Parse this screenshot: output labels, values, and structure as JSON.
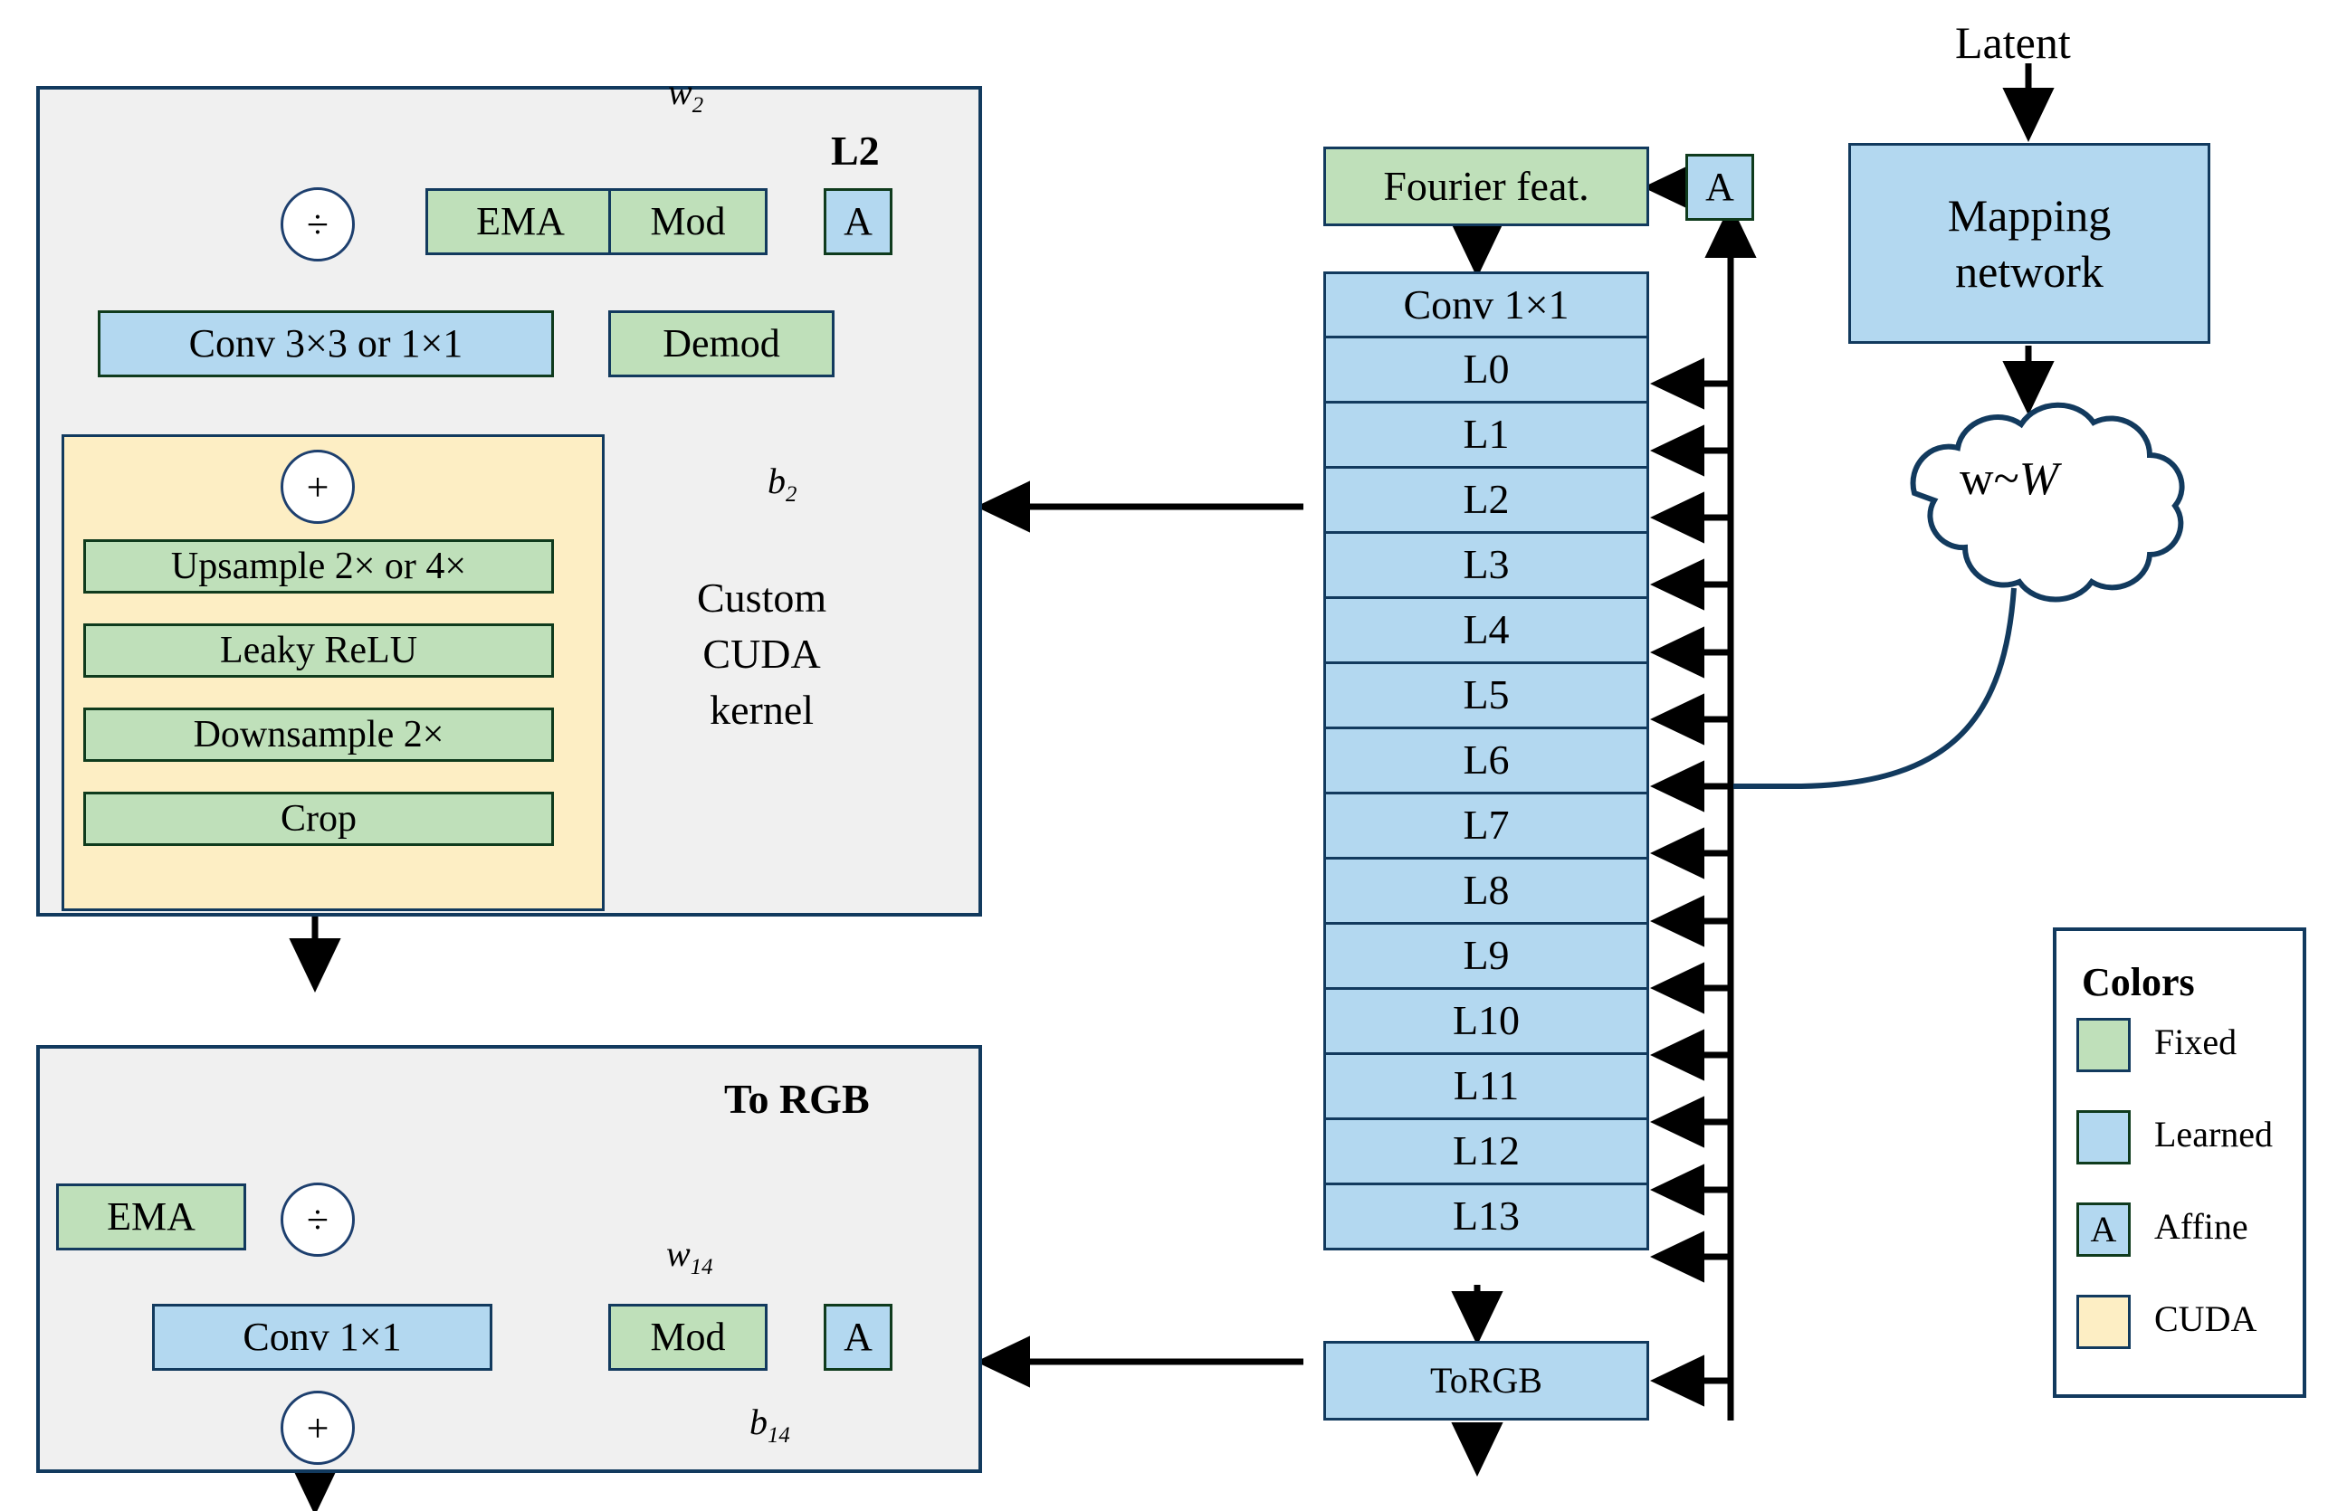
{
  "diagram": {
    "title": "StyleGAN3 generator layer architecture",
    "colors": {
      "fixed": "#bfe0ba",
      "learned": "#b3d8f0",
      "cuda": "#fdeec4",
      "panel": "#f0f0f0",
      "outline_blue": "#123a5e",
      "outline_green": "#0f3b1d",
      "arrow": "#000000"
    }
  },
  "layer_block": {
    "name_label": "L2",
    "weight_label": "w",
    "weight_sub": "2",
    "bias_label": "b",
    "bias_sub": "2",
    "affine_label": "A",
    "ema_label": "EMA",
    "mod_label": "Mod",
    "demod_label": "Demod",
    "conv_label": "Conv 3×3 or 1×1",
    "divide_symbol": "÷",
    "plus_symbol": "+",
    "cuda_caption_line1": "Custom",
    "cuda_caption_line2": "CUDA",
    "cuda_caption_line3": "kernel",
    "cuda_ops": [
      "Upsample 2× or 4×",
      "Leaky ReLU",
      "Downsample 2×",
      "Crop"
    ]
  },
  "torgb_block": {
    "title": "To RGB",
    "ema_label": "EMA",
    "divide_symbol": "÷",
    "plus_symbol": "+",
    "conv_label": "Conv 1×1",
    "mod_label": "Mod",
    "affine_label": "A",
    "weight_label": "w",
    "weight_sub": "14",
    "bias_label": "b",
    "bias_sub": "14"
  },
  "generator_stack": {
    "fourier_label": "Fourier feat.",
    "fourier_affine": "A",
    "head_label": "Conv 1×1",
    "layers": [
      "L0",
      "L1",
      "L2",
      "L3",
      "L4",
      "L5",
      "L6",
      "L7",
      "L8",
      "L9",
      "L10",
      "L11",
      "L12",
      "L13"
    ],
    "torgb_label": "ToRGB"
  },
  "mapping": {
    "latent_label": "Latent",
    "network_line1": "Mapping",
    "network_line2": "network",
    "cloud_label_w": "w",
    "cloud_label_tilde": "~",
    "cloud_label_W": "W"
  },
  "legend": {
    "title": "Colors",
    "items": [
      {
        "label": "Fixed",
        "swatch": "green",
        "glyph": ""
      },
      {
        "label": "Learned",
        "swatch": "blue",
        "glyph": ""
      },
      {
        "label": "Affine",
        "swatch": "affine",
        "glyph": "A"
      },
      {
        "label": "CUDA",
        "swatch": "cuda",
        "glyph": ""
      }
    ]
  }
}
